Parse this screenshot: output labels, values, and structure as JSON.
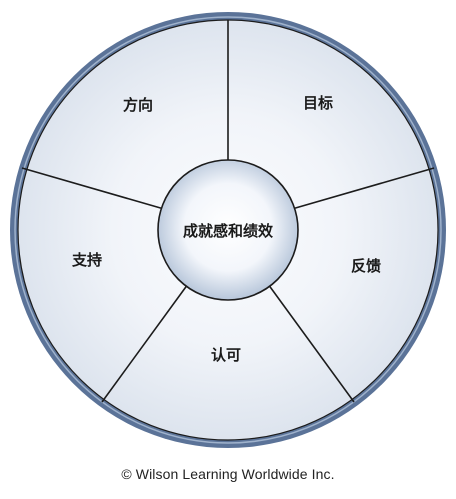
{
  "diagram": {
    "center_label": "成就感和绩效",
    "segments": [
      {
        "label": "目标"
      },
      {
        "label": "反馈"
      },
      {
        "label": "认可"
      },
      {
        "label": "支持"
      },
      {
        "label": "方向"
      }
    ],
    "colors": {
      "ring": "#5b7398",
      "ring_highlight": "#9fb2cc",
      "segment_fill": "#e4eaf3",
      "segment_center_fill": "#fbfcfe",
      "divider": "#1c1c1c",
      "hub_fill": "#ffffff",
      "hub_edge": "#b9c8dc"
    }
  },
  "footer": {
    "copyright": "© Wilson Learning Worldwide Inc."
  }
}
